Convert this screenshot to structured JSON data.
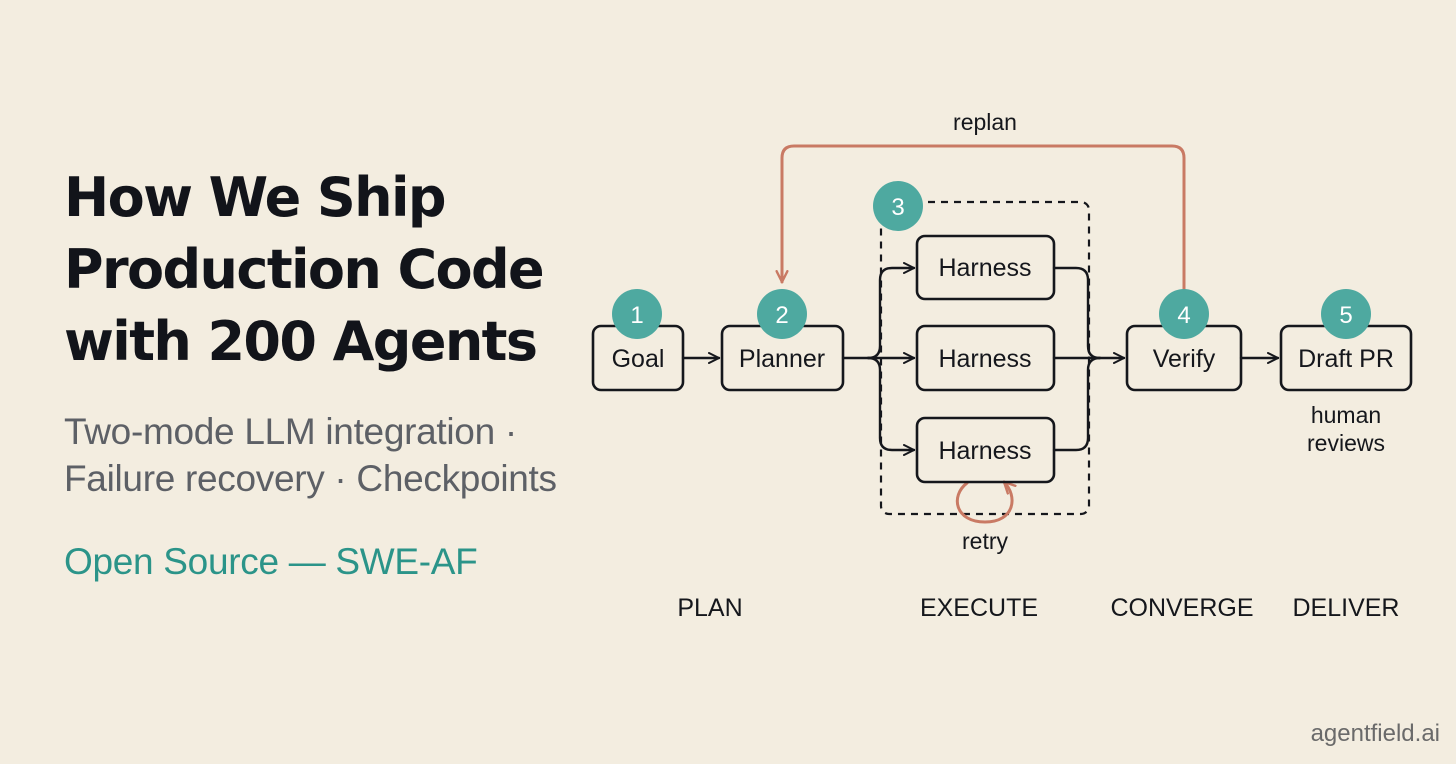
{
  "title_lines": [
    "How We Ship",
    "Production Code",
    "with 200 Agents"
  ],
  "subtitle_lines": [
    "Two-mode LLM integration ·",
    "Failure recovery · Checkpoints"
  ],
  "open_source_link": "Open Source — SWE-AF",
  "brand": "agentfield.ai",
  "colors": {
    "background": "#f3ede0",
    "accent_teal": "#4ea9a0",
    "link_teal": "#2b9489",
    "feedback_coral": "#c97a64",
    "ink": "#15171c",
    "muted": "#5d6066"
  },
  "diagram": {
    "nodes": [
      {
        "id": "goal",
        "label": "Goal"
      },
      {
        "id": "planner",
        "label": "Planner"
      },
      {
        "id": "harness1",
        "label": "Harness"
      },
      {
        "id": "harness2",
        "label": "Harness"
      },
      {
        "id": "harness3",
        "label": "Harness"
      },
      {
        "id": "verify",
        "label": "Verify"
      },
      {
        "id": "draft_pr",
        "label": "Draft PR"
      }
    ],
    "badges": [
      "1",
      "2",
      "3",
      "4",
      "5"
    ],
    "feedback_label": "replan",
    "retry_label": "retry",
    "review_note": [
      "human",
      "reviews"
    ],
    "stages": [
      "PLAN",
      "EXECUTE",
      "CONVERGE",
      "DELIVER"
    ]
  }
}
